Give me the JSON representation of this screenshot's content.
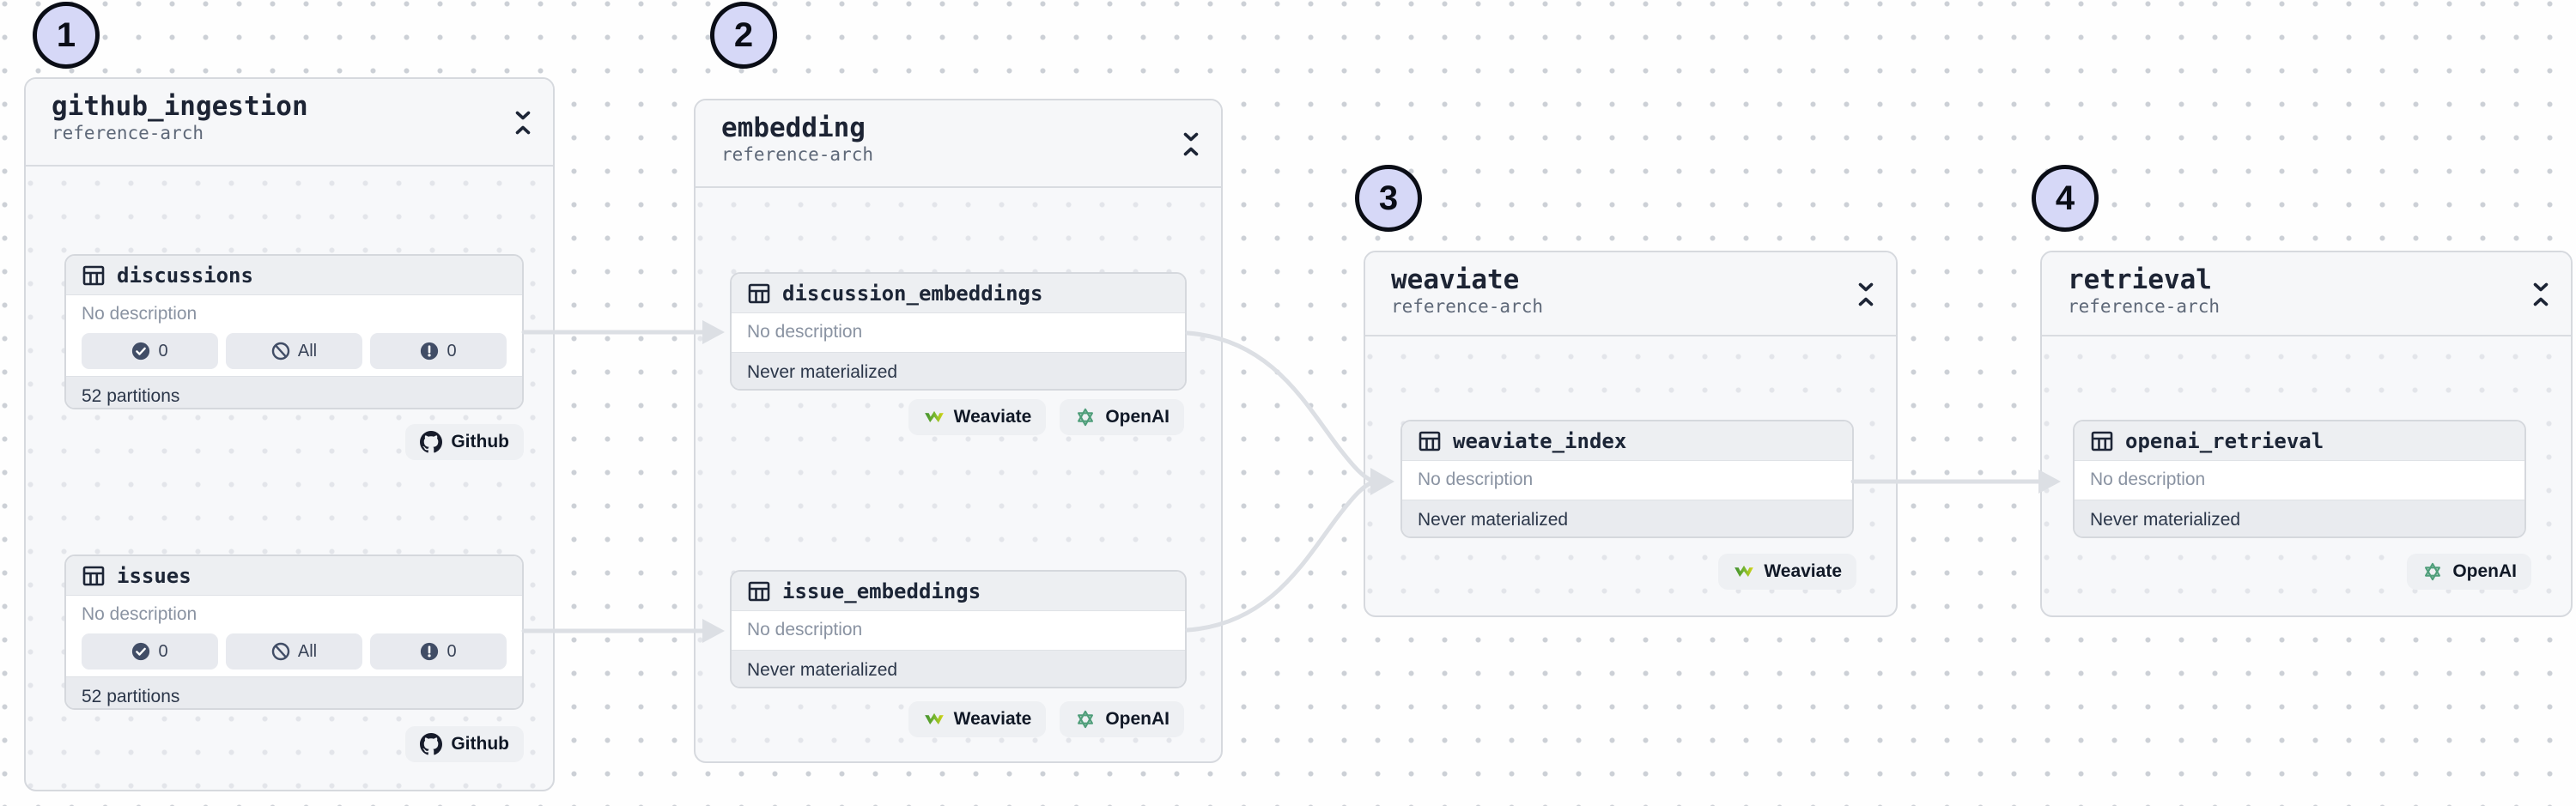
{
  "steps": [
    "1",
    "2",
    "3",
    "4"
  ],
  "groups": [
    {
      "title": "github_ingestion",
      "subtitle": "reference-arch"
    },
    {
      "title": "embedding",
      "subtitle": "reference-arch"
    },
    {
      "title": "weaviate",
      "subtitle": "reference-arch"
    },
    {
      "title": "retrieval",
      "subtitle": "reference-arch"
    }
  ],
  "assets": {
    "discussions": {
      "name": "discussions",
      "description": "No description",
      "partitions": "52 partitions",
      "checks": [
        {
          "icon": "check-circle-icon",
          "value": "0"
        },
        {
          "icon": "ban-icon",
          "value": "All"
        },
        {
          "icon": "alert-circle-icon",
          "value": "0"
        }
      ]
    },
    "issues": {
      "name": "issues",
      "description": "No description",
      "partitions": "52 partitions",
      "checks": [
        {
          "icon": "check-circle-icon",
          "value": "0"
        },
        {
          "icon": "ban-icon",
          "value": "All"
        },
        {
          "icon": "alert-circle-icon",
          "value": "0"
        }
      ]
    },
    "discussion_embeddings": {
      "name": "discussion_embeddings",
      "description": "No description",
      "status": "Never materialized"
    },
    "issue_embeddings": {
      "name": "issue_embeddings",
      "description": "No description",
      "status": "Never materialized"
    },
    "weaviate_index": {
      "name": "weaviate_index",
      "description": "No description",
      "status": "Never materialized"
    },
    "openai_retrieval": {
      "name": "openai_retrieval",
      "description": "No description",
      "status": "Never materialized"
    }
  },
  "kinds": {
    "github": "Github",
    "weaviate": "Weaviate",
    "openai": "OpenAI"
  },
  "icons": [
    "table-icon",
    "collapse-vertical-icon",
    "github-octocat-icon",
    "weaviate-logo-icon",
    "openai-logo-icon",
    "check-circle-icon",
    "ban-icon",
    "alert-circle-icon"
  ],
  "colors": {
    "step_badge_fill": "#d6d8f7",
    "step_badge_border": "#0a0d16",
    "canvas_dot": "#ccd0d6",
    "group_bg": "#f7f8fa",
    "group_border": "#d6d9de",
    "card_header_bg": "#edeff2",
    "card_footer_bg": "#e9ebef",
    "edge": "#dcdfe4",
    "text_dark": "#1c2536",
    "text_muted": "#8a93a2",
    "weaviate_green": "#4d9e2f",
    "openai_green": "#4f9e7a"
  }
}
